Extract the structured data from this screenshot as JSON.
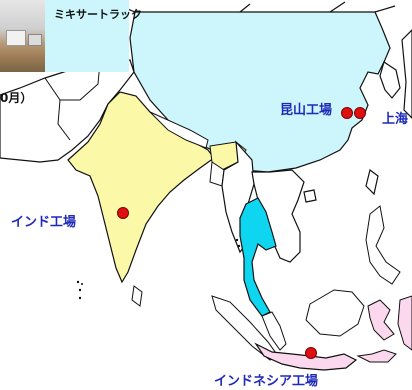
{
  "inset": {
    "caption": "ミキサートラック"
  },
  "date_fragment": "0月）",
  "markers": [
    {
      "name": "kunshan",
      "label": "昆山工場"
    },
    {
      "name": "shanghai",
      "label": "上海"
    },
    {
      "name": "india",
      "label": "インド工場"
    },
    {
      "name": "indonesia",
      "label": "インドネシア工場"
    }
  ],
  "colors": {
    "china": "#ccf6fb",
    "india": "#fbf9a8",
    "thailand": "#0fd6f0",
    "indonesia": "#fbd8ee",
    "marker": "#e01010",
    "label": "#1f2ab8"
  }
}
